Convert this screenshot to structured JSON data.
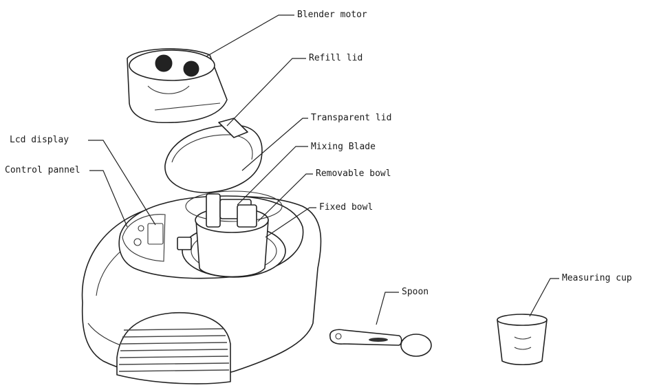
{
  "labels": {
    "blender_motor": "Blender motor",
    "refill_lid": "Refill lid",
    "transparent_lid": "Transparent lid",
    "lcd_display": "Lcd display",
    "mixing_blade": "Mixing Blade",
    "control_pannel": "Control pannel",
    "removable_bowl": "Removable bowl",
    "fixed_bowl": "Fixed bowl",
    "spoon": "Spoon",
    "measuring_cup": "Measuring cup"
  }
}
